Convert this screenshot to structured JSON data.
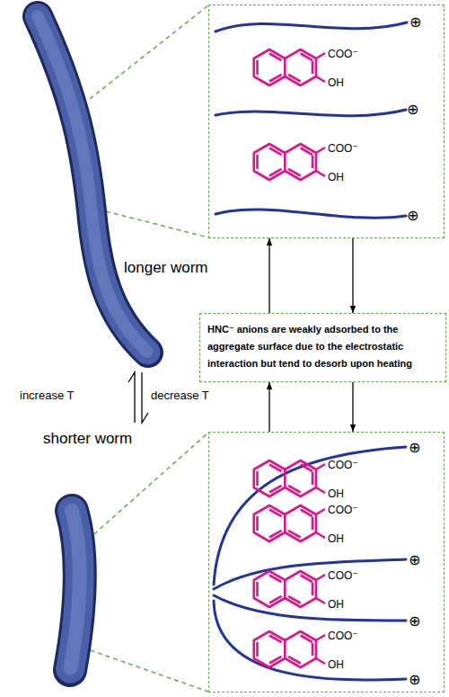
{
  "diagram": {
    "nodes": [
      {
        "text": [
          "⊕",
          "COO⁻",
          "OH",
          "⊕",
          "COO⁻",
          "OH",
          "⊕"
        ]
      },
      {
        "text": [
          "HNC⁻ anions are weakly adsorbed to the aggregate surface due to the electrostatic interaction but tend to desorb upon heating"
        ]
      },
      {
        "text": [
          "⊕",
          "COO⁻",
          "OH",
          "COO⁻",
          "OH",
          "⊕",
          "COO⁻",
          "OH",
          "⊕",
          "COO⁻",
          "OH",
          "⊕"
        ]
      }
    ],
    "edges": [
      {
        "from": 1,
        "to": 0,
        "arrow": "to"
      },
      {
        "from": 0,
        "to": 1,
        "arrow": "to"
      },
      {
        "from": 2,
        "to": 1,
        "arrow": "to"
      },
      {
        "from": 1,
        "to": 2,
        "arrow": "to"
      }
    ],
    "labels": [
      "longer worm",
      "increase T",
      "decrease T",
      "shorter worm"
    ]
  }
}
